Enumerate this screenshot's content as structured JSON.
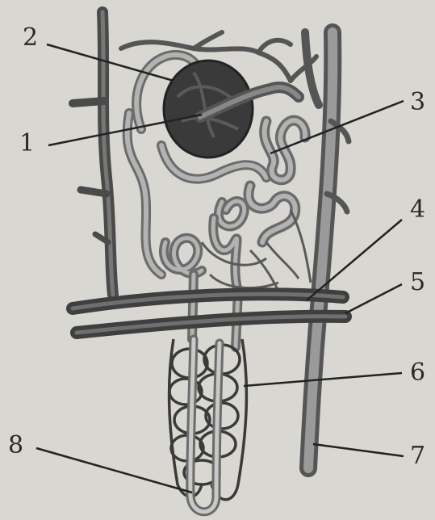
{
  "figure": {
    "labels": [
      {
        "id": "1",
        "text": "1"
      },
      {
        "id": "2",
        "text": "2"
      },
      {
        "id": "3",
        "text": "3"
      },
      {
        "id": "4",
        "text": "4"
      },
      {
        "id": "5",
        "text": "5"
      },
      {
        "id": "6",
        "text": "6"
      },
      {
        "id": "7",
        "text": "7"
      },
      {
        "id": "8",
        "text": "8"
      }
    ],
    "colors": {
      "background": "#d9d7d2",
      "vessel_dark": "#4a4a4a",
      "vessel_mid": "#8a8a8a",
      "tubule": "#a9a9a9",
      "glomerulus": "#3a3a3a",
      "leader": "#222222"
    }
  }
}
